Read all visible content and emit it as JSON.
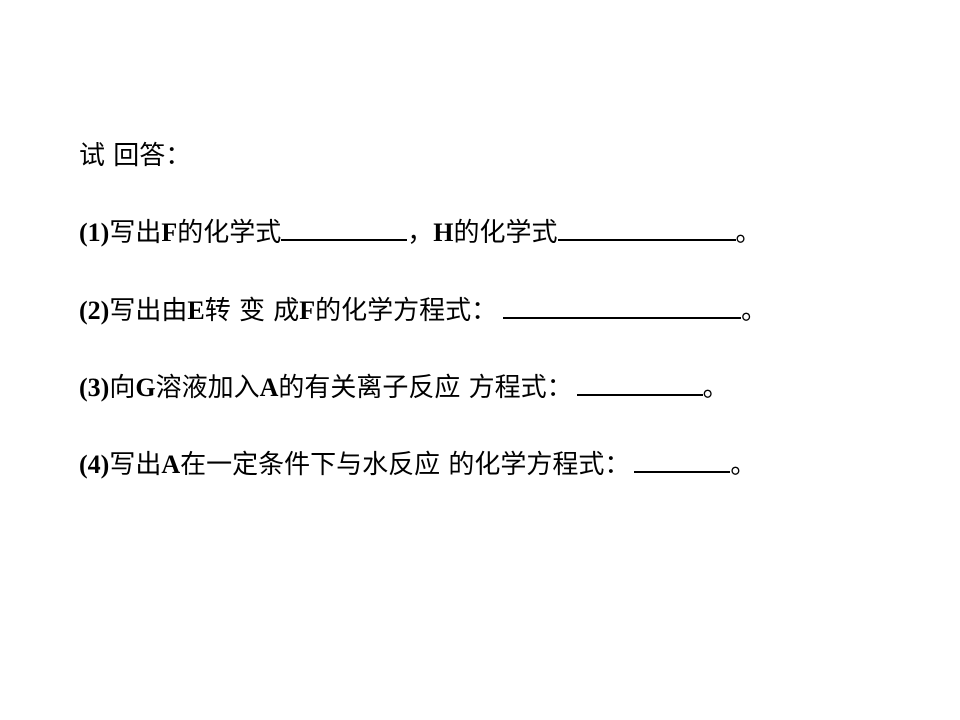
{
  "intro": "试 回答：",
  "q1": {
    "num": "(1)",
    "t1": "写出",
    "s1": "F",
    "t2": "的化学式",
    "t3": "，",
    "s2": "H",
    "t4": "的化学式",
    "end": "。"
  },
  "q2": {
    "num": "(2)",
    "t1": "写出由",
    "s1": "E",
    "t2": "转 变 成",
    "s2": "F",
    "t3": "的化学方程式：",
    "end": "。"
  },
  "q3": {
    "num": "(3)",
    "t1": "向",
    "s1": "G",
    "t2": "溶液加入",
    "s2": "A",
    "t3": "的有关离子反应 方程式：",
    "end": "。"
  },
  "q4": {
    "num": "(4)",
    "t1": "写出",
    "s1": "A",
    "t2": "在一定条件下与水反应 的化学方程式：",
    "end": "。"
  }
}
